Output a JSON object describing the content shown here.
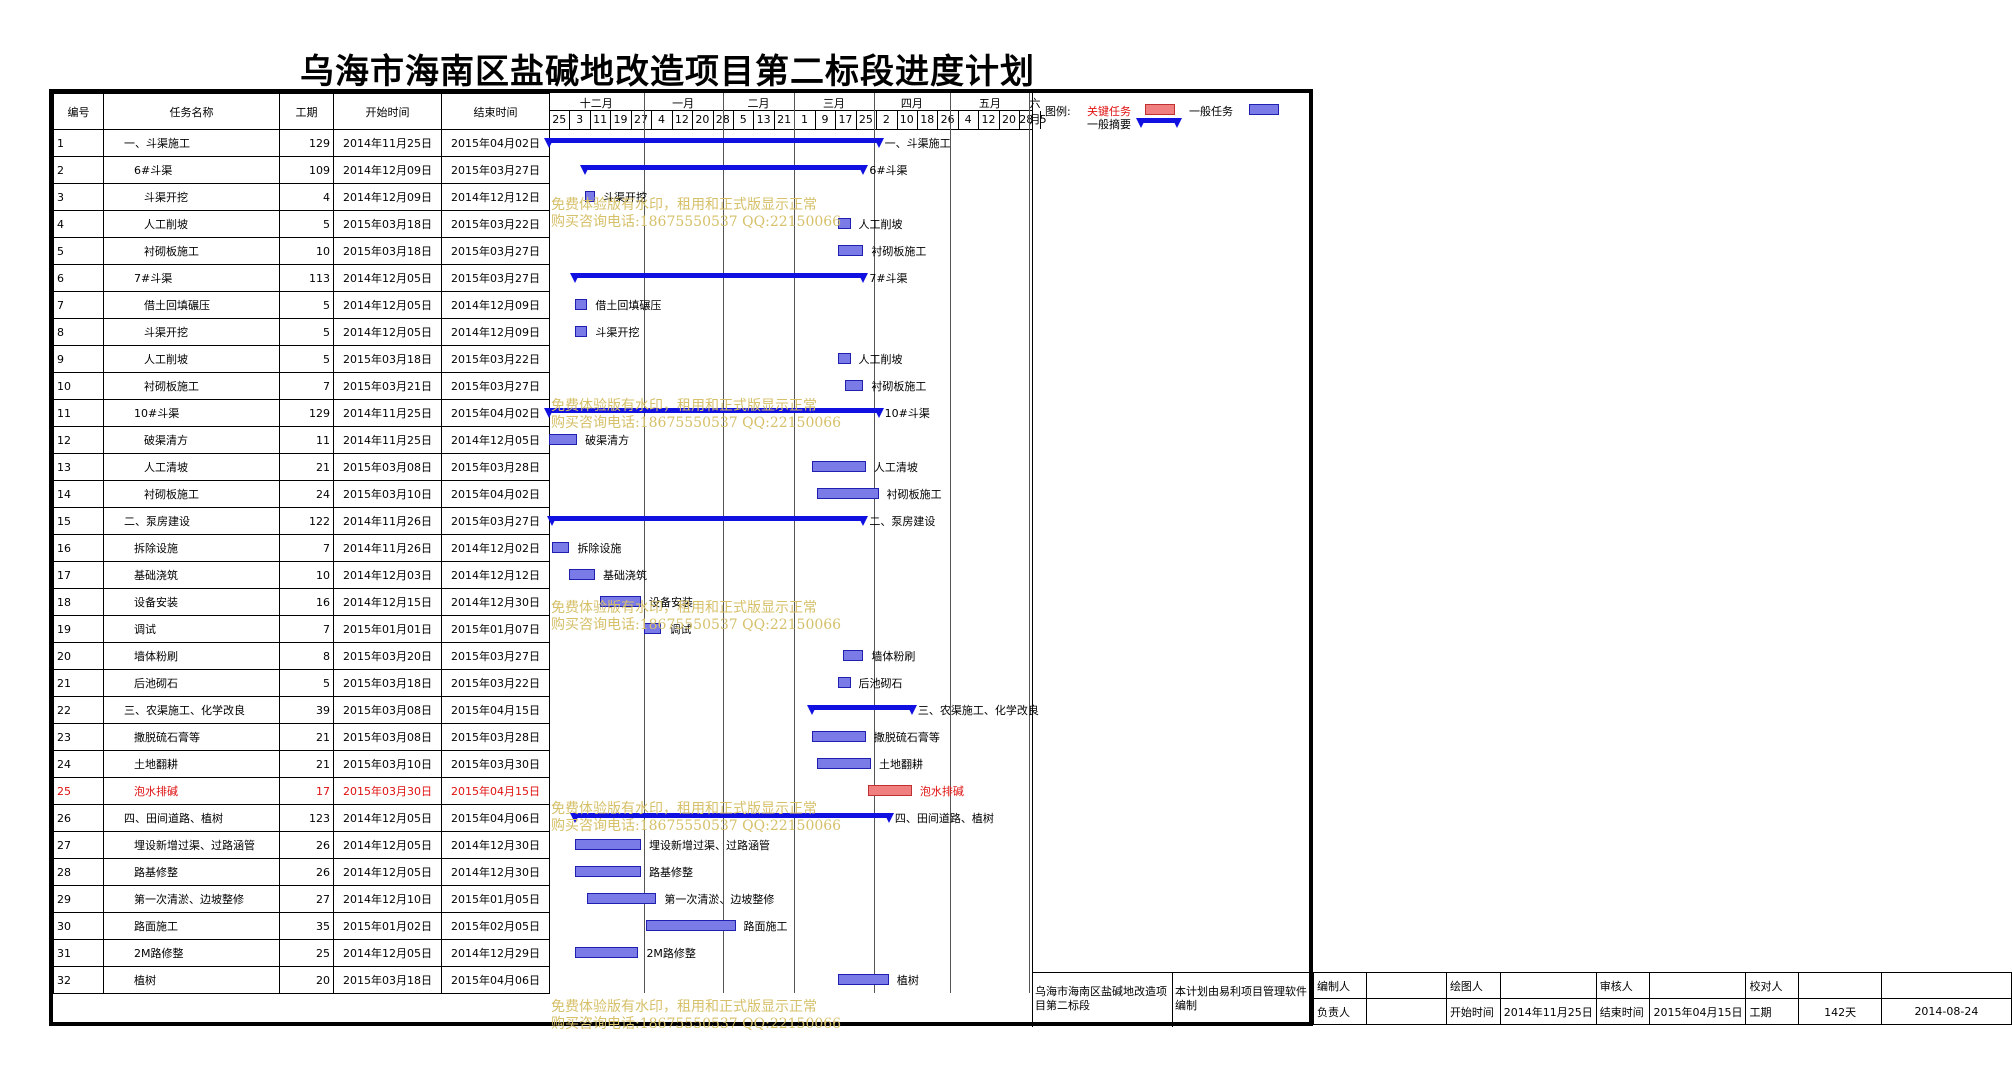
{
  "title": "乌海市海南区盐碱地改造项目第二标段进度计划",
  "columns": {
    "id": "编号",
    "name": "任务名称",
    "duration": "工期",
    "start": "开始时间",
    "end": "结束时间"
  },
  "months": [
    "十二月",
    "一月",
    "二月",
    "三月",
    "四月",
    "五月",
    "六月"
  ],
  "weeks": [
    "25",
    "3",
    "11",
    "19",
    "27",
    "4",
    "12",
    "20",
    "28",
    "5",
    "13",
    "21",
    "1",
    "9",
    "17",
    "25",
    "2",
    "10",
    "18",
    "26",
    "4",
    "12",
    "20",
    "28",
    "5"
  ],
  "tasks": [
    {
      "id": "1",
      "name": "一、斗渠施工",
      "indent": 0,
      "duration": "129",
      "start": "2014年11月25日",
      "end": "2015年04月02日",
      "type": "summary",
      "s": "2014-11-25",
      "e": "2015-04-02"
    },
    {
      "id": "2",
      "name": "6#斗渠",
      "indent": 1,
      "duration": "109",
      "start": "2014年12月09日",
      "end": "2015年03月27日",
      "type": "summary",
      "s": "2014-12-09",
      "e": "2015-03-27"
    },
    {
      "id": "3",
      "name": "斗渠开挖",
      "indent": 2,
      "duration": "4",
      "start": "2014年12月09日",
      "end": "2014年12月12日",
      "type": "task",
      "s": "2014-12-09",
      "e": "2014-12-12"
    },
    {
      "id": "4",
      "name": "人工削坡",
      "indent": 2,
      "duration": "5",
      "start": "2015年03月18日",
      "end": "2015年03月22日",
      "type": "task",
      "s": "2015-03-18",
      "e": "2015-03-22"
    },
    {
      "id": "5",
      "name": "衬砌板施工",
      "indent": 2,
      "duration": "10",
      "start": "2015年03月18日",
      "end": "2015年03月27日",
      "type": "task",
      "s": "2015-03-18",
      "e": "2015-03-27"
    },
    {
      "id": "6",
      "name": "7#斗渠",
      "indent": 1,
      "duration": "113",
      "start": "2014年12月05日",
      "end": "2015年03月27日",
      "type": "summary",
      "s": "2014-12-05",
      "e": "2015-03-27"
    },
    {
      "id": "7",
      "name": "借土回填碾压",
      "indent": 2,
      "duration": "5",
      "start": "2014年12月05日",
      "end": "2014年12月09日",
      "type": "task",
      "s": "2014-12-05",
      "e": "2014-12-09"
    },
    {
      "id": "8",
      "name": "斗渠开挖",
      "indent": 2,
      "duration": "5",
      "start": "2014年12月05日",
      "end": "2014年12月09日",
      "type": "task",
      "s": "2014-12-05",
      "e": "2014-12-09"
    },
    {
      "id": "9",
      "name": "人工削坡",
      "indent": 2,
      "duration": "5",
      "start": "2015年03月18日",
      "end": "2015年03月22日",
      "type": "task",
      "s": "2015-03-18",
      "e": "2015-03-22"
    },
    {
      "id": "10",
      "name": "衬砌板施工",
      "indent": 2,
      "duration": "7",
      "start": "2015年03月21日",
      "end": "2015年03月27日",
      "type": "task",
      "s": "2015-03-21",
      "e": "2015-03-27"
    },
    {
      "id": "11",
      "name": "10#斗渠",
      "indent": 1,
      "duration": "129",
      "start": "2014年11月25日",
      "end": "2015年04月02日",
      "type": "summary",
      "s": "2014-11-25",
      "e": "2015-04-02"
    },
    {
      "id": "12",
      "name": "破渠清方",
      "indent": 2,
      "duration": "11",
      "start": "2014年11月25日",
      "end": "2014年12月05日",
      "type": "task",
      "s": "2014-11-25",
      "e": "2014-12-05"
    },
    {
      "id": "13",
      "name": "人工清坡",
      "indent": 2,
      "duration": "21",
      "start": "2015年03月08日",
      "end": "2015年03月28日",
      "type": "task",
      "s": "2015-03-08",
      "e": "2015-03-28"
    },
    {
      "id": "14",
      "name": "衬砌板施工",
      "indent": 2,
      "duration": "24",
      "start": "2015年03月10日",
      "end": "2015年04月02日",
      "type": "task",
      "s": "2015-03-10",
      "e": "2015-04-02"
    },
    {
      "id": "15",
      "name": "二、泵房建设",
      "indent": 0,
      "duration": "122",
      "start": "2014年11月26日",
      "end": "2015年03月27日",
      "type": "summary",
      "s": "2014-11-26",
      "e": "2015-03-27"
    },
    {
      "id": "16",
      "name": "拆除设施",
      "indent": 1,
      "duration": "7",
      "start": "2014年11月26日",
      "end": "2014年12月02日",
      "type": "task",
      "s": "2014-11-26",
      "e": "2014-12-02"
    },
    {
      "id": "17",
      "name": "基础浇筑",
      "indent": 1,
      "duration": "10",
      "start": "2014年12月03日",
      "end": "2014年12月12日",
      "type": "task",
      "s": "2014-12-03",
      "e": "2014-12-12"
    },
    {
      "id": "18",
      "name": "设备安装",
      "indent": 1,
      "duration": "16",
      "start": "2014年12月15日",
      "end": "2014年12月30日",
      "type": "task",
      "s": "2014-12-15",
      "e": "2014-12-30"
    },
    {
      "id": "19",
      "name": "调试",
      "indent": 1,
      "duration": "7",
      "start": "2015年01月01日",
      "end": "2015年01月07日",
      "type": "task",
      "s": "2015-01-01",
      "e": "2015-01-07"
    },
    {
      "id": "20",
      "name": "墙体粉刷",
      "indent": 1,
      "duration": "8",
      "start": "2015年03月20日",
      "end": "2015年03月27日",
      "type": "task",
      "s": "2015-03-20",
      "e": "2015-03-27"
    },
    {
      "id": "21",
      "name": "后池砌石",
      "indent": 1,
      "duration": "5",
      "start": "2015年03月18日",
      "end": "2015年03月22日",
      "type": "task",
      "s": "2015-03-18",
      "e": "2015-03-22"
    },
    {
      "id": "22",
      "name": "三、农渠施工、化学改良",
      "indent": 0,
      "duration": "39",
      "start": "2015年03月08日",
      "end": "2015年04月15日",
      "type": "summary",
      "s": "2015-03-08",
      "e": "2015-04-15"
    },
    {
      "id": "23",
      "name": "撒脱硫石膏等",
      "indent": 1,
      "duration": "21",
      "start": "2015年03月08日",
      "end": "2015年03月28日",
      "type": "task",
      "s": "2015-03-08",
      "e": "2015-03-28"
    },
    {
      "id": "24",
      "name": "土地翻耕",
      "indent": 1,
      "duration": "21",
      "start": "2015年03月10日",
      "end": "2015年03月30日",
      "type": "task",
      "s": "2015-03-10",
      "e": "2015-03-30"
    },
    {
      "id": "25",
      "name": "泡水排碱",
      "indent": 1,
      "duration": "17",
      "start": "2015年03月30日",
      "end": "2015年04月15日",
      "type": "critical",
      "s": "2015-03-30",
      "e": "2015-04-15"
    },
    {
      "id": "26",
      "name": "四、田间道路、植树",
      "indent": 0,
      "duration": "123",
      "start": "2014年12月05日",
      "end": "2015年04月06日",
      "type": "summary",
      "s": "2014-12-05",
      "e": "2015-04-06"
    },
    {
      "id": "27",
      "name": "埋设新增过渠、过路涵管",
      "indent": 1,
      "duration": "26",
      "start": "2014年12月05日",
      "end": "2014年12月30日",
      "type": "task",
      "s": "2014-12-05",
      "e": "2014-12-30"
    },
    {
      "id": "28",
      "name": "路基修整",
      "indent": 1,
      "duration": "26",
      "start": "2014年12月05日",
      "end": "2014年12月30日",
      "type": "task",
      "s": "2014-12-05",
      "e": "2014-12-30"
    },
    {
      "id": "29",
      "name": "第一次清淤、边坡整修",
      "indent": 1,
      "duration": "27",
      "start": "2014年12月10日",
      "end": "2015年01月05日",
      "type": "task",
      "s": "2014-12-10",
      "e": "2015-01-05"
    },
    {
      "id": "30",
      "name": "路面施工",
      "indent": 1,
      "duration": "35",
      "start": "2015年01月02日",
      "end": "2015年02月05日",
      "type": "task",
      "s": "2015-01-02",
      "e": "2015-02-05"
    },
    {
      "id": "31",
      "name": "2M路修整",
      "indent": 1,
      "duration": "25",
      "start": "2014年12月05日",
      "end": "2014年12月29日",
      "type": "task",
      "s": "2014-12-05",
      "e": "2014-12-29"
    },
    {
      "id": "32",
      "name": "植树",
      "indent": 1,
      "duration": "20",
      "start": "2015年03月18日",
      "end": "2015年04月06日",
      "type": "task",
      "s": "2015-03-18",
      "e": "2015-04-06"
    }
  ],
  "watermark": {
    "line1": "免费体验版有水印，租用和正式版显示正常",
    "line2": "购买咨询电话:18675550537 QQ:22150066"
  },
  "legend": {
    "label": "图例:",
    "critical": "关键任务",
    "normal": "一般任务",
    "summary": "一般摘要"
  },
  "signature": {
    "project": "乌海市海南区盐碱地改造项目第二标段",
    "note": "本计划由易利项目管理软件编制"
  },
  "footer": {
    "compiler": "编制人",
    "drafter": "绘图人",
    "reviewer": "审核人",
    "checker": "校对人",
    "owner": "负责人",
    "start_label": "开始时间",
    "start": "2014年11月25日",
    "end_label": "结束时间",
    "end": "2015年04月15日",
    "duration_label": "工期",
    "duration": "142天",
    "date": "2014-08-24"
  },
  "colors": {
    "task": "#7b7be8",
    "critical": "#f08080",
    "summary": "#1010e0",
    "watermark": "#d6c06a",
    "critical_text": "#e01010"
  }
}
